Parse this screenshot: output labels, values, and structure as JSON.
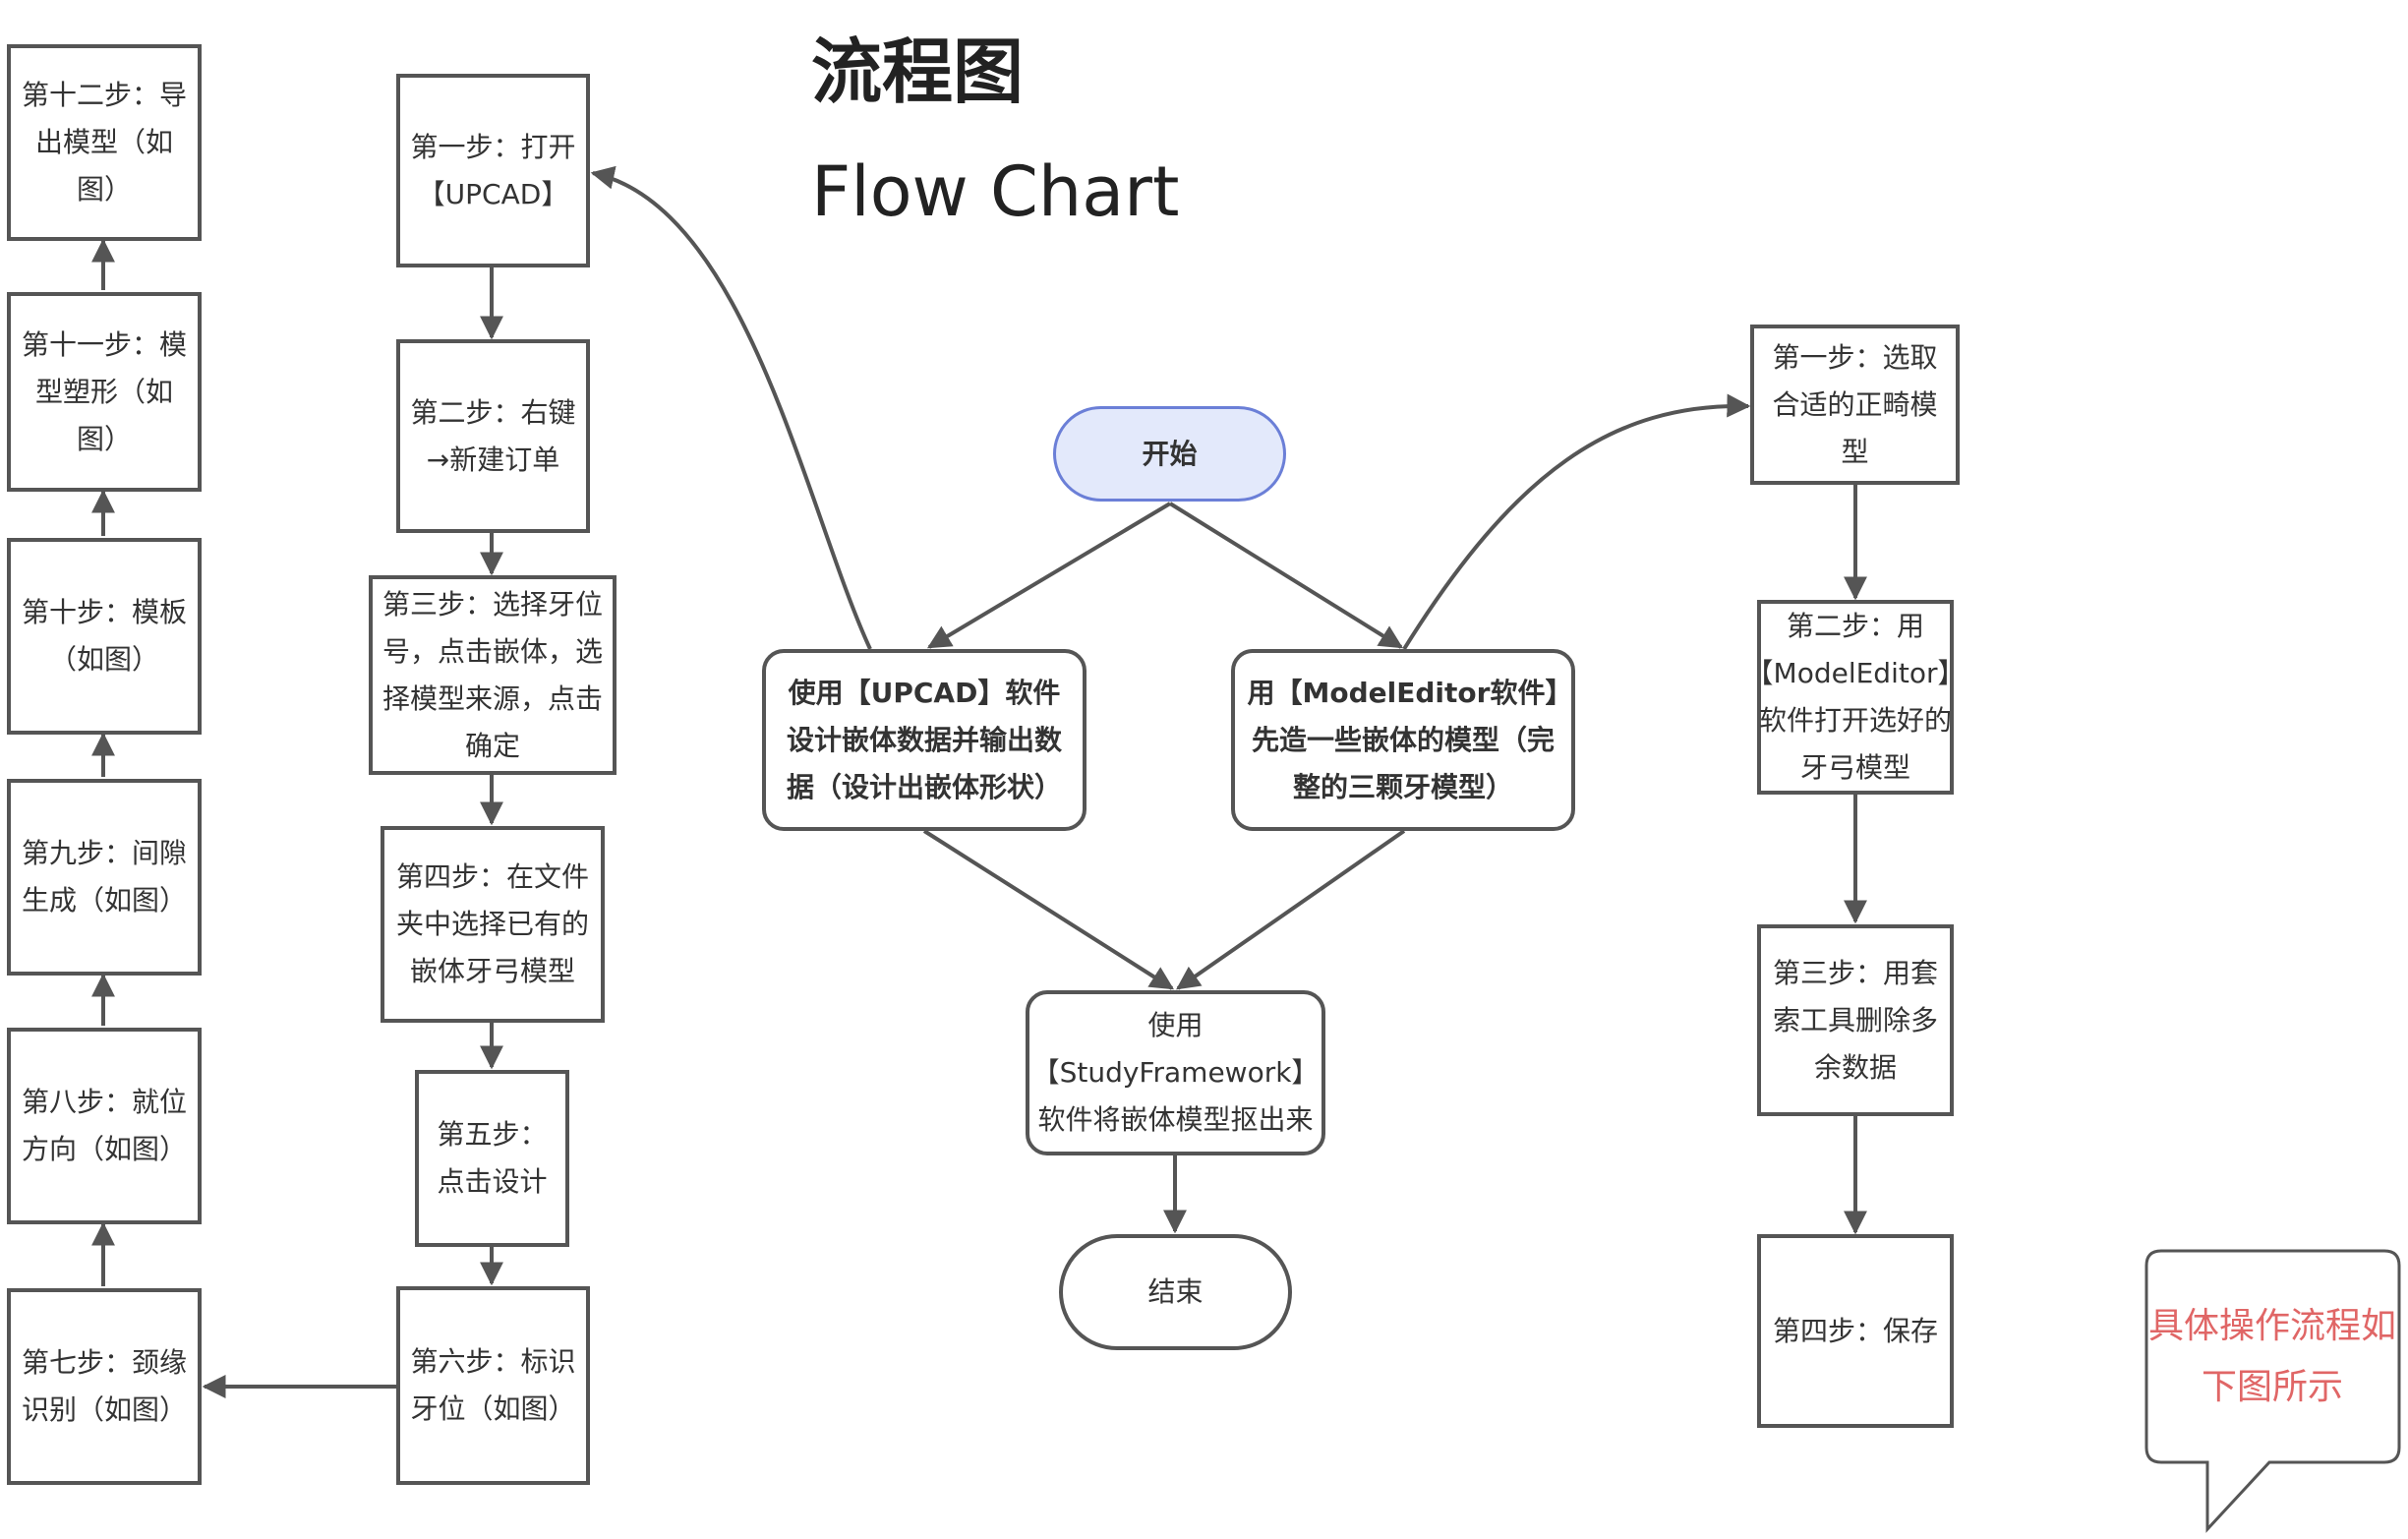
{
  "title": "流程图",
  "subtitle": "Flow Chart",
  "nodes": {
    "start": "开始",
    "end": "结束",
    "upcad_design": "使用【UPCAD】软件设计嵌体数据并输出数据（设计出嵌体形状）",
    "modeleditor_make": "用【ModelEditor软件】先造一些嵌体的模型（完整的三颗牙模型）",
    "studyframework": "使用【StudyFramework】软件将嵌体模型抠出来",
    "upcad_steps": [
      "第一步：打开【UPCAD】",
      "第二步：右键→新建订单",
      "第三步：选择牙位号，点击嵌体，选择模型来源，点击确定",
      "第四步：在文件夹中选择已有的嵌体牙弓模型",
      "第五步：点击设计",
      "第六步：标识牙位（如图）",
      "第七步：颈缘识别（如图）",
      "第八步：就位方向（如图）",
      "第九步：间隙生成（如图）",
      "第十步：模板（如图）",
      "第十一步：模型塑形（如图）",
      "第十二步：导出模型（如图）"
    ],
    "me_steps": [
      "第一步：选取合适的正畸模型",
      "第二步：用【ModelEditor】软件打开选好的牙弓模型",
      "第三步：用套索工具删除多余数据",
      "第四步：保存"
    ]
  },
  "callout": "具体操作流程如下图所示",
  "colors": {
    "stroke": "#555555",
    "start_fill": "#e3e9fb",
    "start_border": "#6b7fd7",
    "callout_text": "#e06666"
  }
}
